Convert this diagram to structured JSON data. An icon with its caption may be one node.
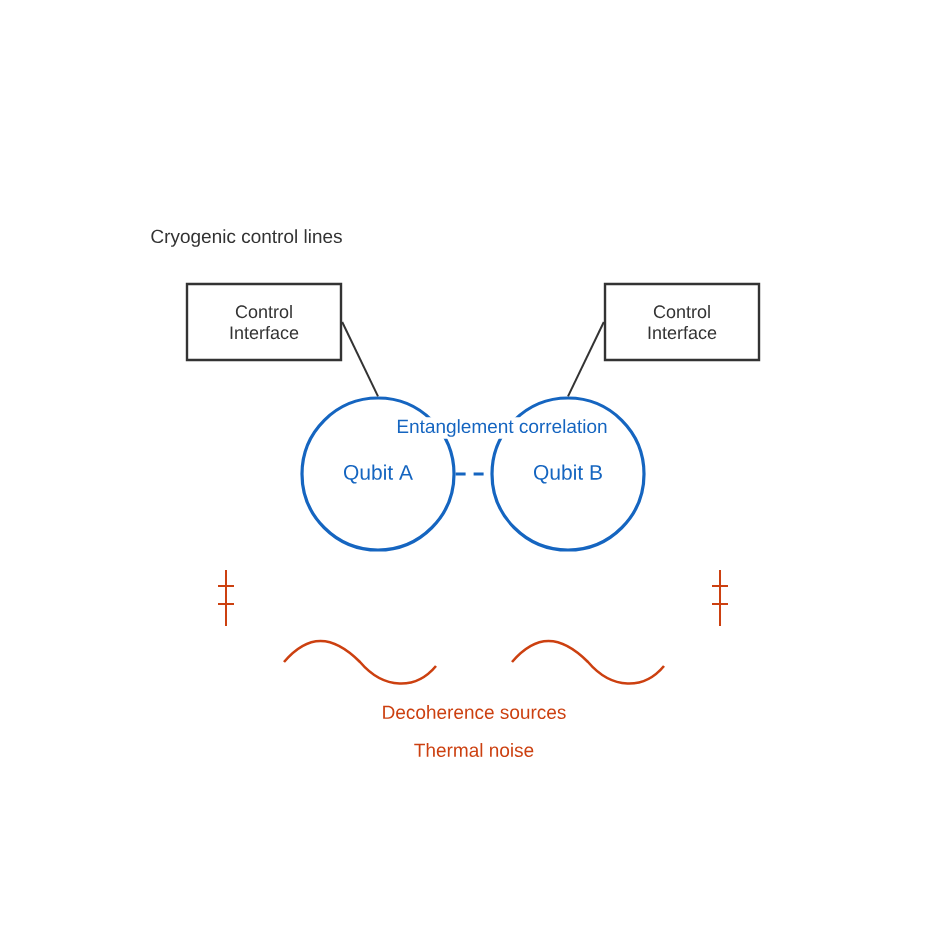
{
  "diagram": {
    "nodes": [
      {
        "text": [
          "Control Interface"
        ]
      },
      {
        "text": [
          "Control Interface"
        ]
      },
      {
        "text": [
          "Qubit A"
        ]
      },
      {
        "text": [
          "Qubit B"
        ]
      }
    ],
    "edges": [
      {
        "from": 0,
        "to": 2,
        "arrow": "none"
      },
      {
        "from": 1,
        "to": 3,
        "arrow": "none"
      },
      {
        "from": 2,
        "to": 3,
        "arrow": "none",
        "label": "Entanglement correlation",
        "style": "dashed",
        "color": "#1565c0"
      }
    ],
    "labels": [
      "Cryogenic control lines",
      "Decoherence sources",
      "Thermal noise"
    ]
  }
}
